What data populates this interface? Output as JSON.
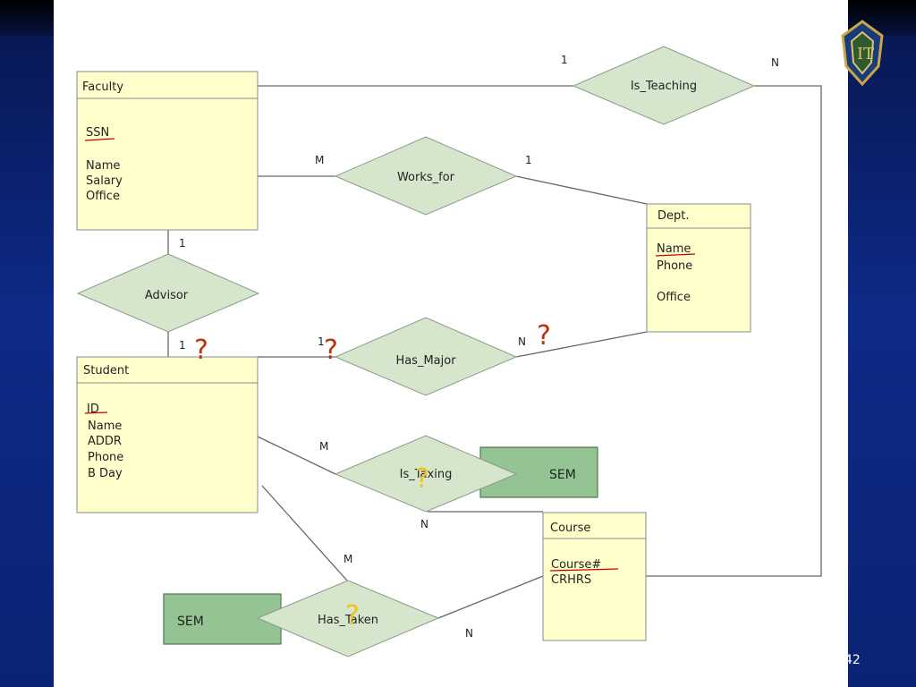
{
  "slide": {
    "page_number": "42"
  },
  "entities": {
    "faculty": {
      "title": "Faculty",
      "attributes": [
        "SSN",
        "Name",
        "Salary",
        "Office"
      ]
    },
    "dept": {
      "title": "Dept.",
      "attributes": [
        "Name",
        "Phone",
        "Office"
      ]
    },
    "student": {
      "title": "Student",
      "attributes": [
        "ID",
        "Name",
        "ADDR",
        "Phone",
        "B Day"
      ]
    },
    "course": {
      "title": "Course",
      "attributes": [
        "Course#",
        "CRHRS"
      ]
    },
    "sem_top": {
      "title": "SEM"
    },
    "sem_bottom": {
      "title": "SEM"
    }
  },
  "relationships": {
    "is_teaching": "Is_Teaching",
    "works_for": "Works_for",
    "advisor": "Advisor",
    "has_major": "Has_Major",
    "is_taking": "Is_Taxing",
    "has_taken": "Has_Taken"
  },
  "cardinalities": {
    "is_teaching_faculty": "1",
    "is_teaching_course": "N",
    "works_for_faculty": "M",
    "works_for_dept": "1",
    "advisor_faculty": "1",
    "advisor_student": "1",
    "has_major_student": "1",
    "has_major_dept": "N",
    "is_taking_student": "M",
    "is_taking_course": "N",
    "has_taken_student": "M",
    "has_taken_course": "N"
  },
  "question_marks": {
    "advisor": "?",
    "has_major_left": "?",
    "has_major_right": "?",
    "is_taking": "?",
    "has_taken": "?"
  },
  "colors": {
    "entity_fill": "#ffffcc",
    "relationship_fill": "#d6e6cc",
    "weak_entity_fill": "#94c394",
    "line": "#666666",
    "key_underline": "#cc0000",
    "question_red": "#c0300a",
    "question_yellow": "#f2c21b",
    "background": "#0d2a86"
  },
  "icons": {
    "logo": "university-seal-icon"
  }
}
